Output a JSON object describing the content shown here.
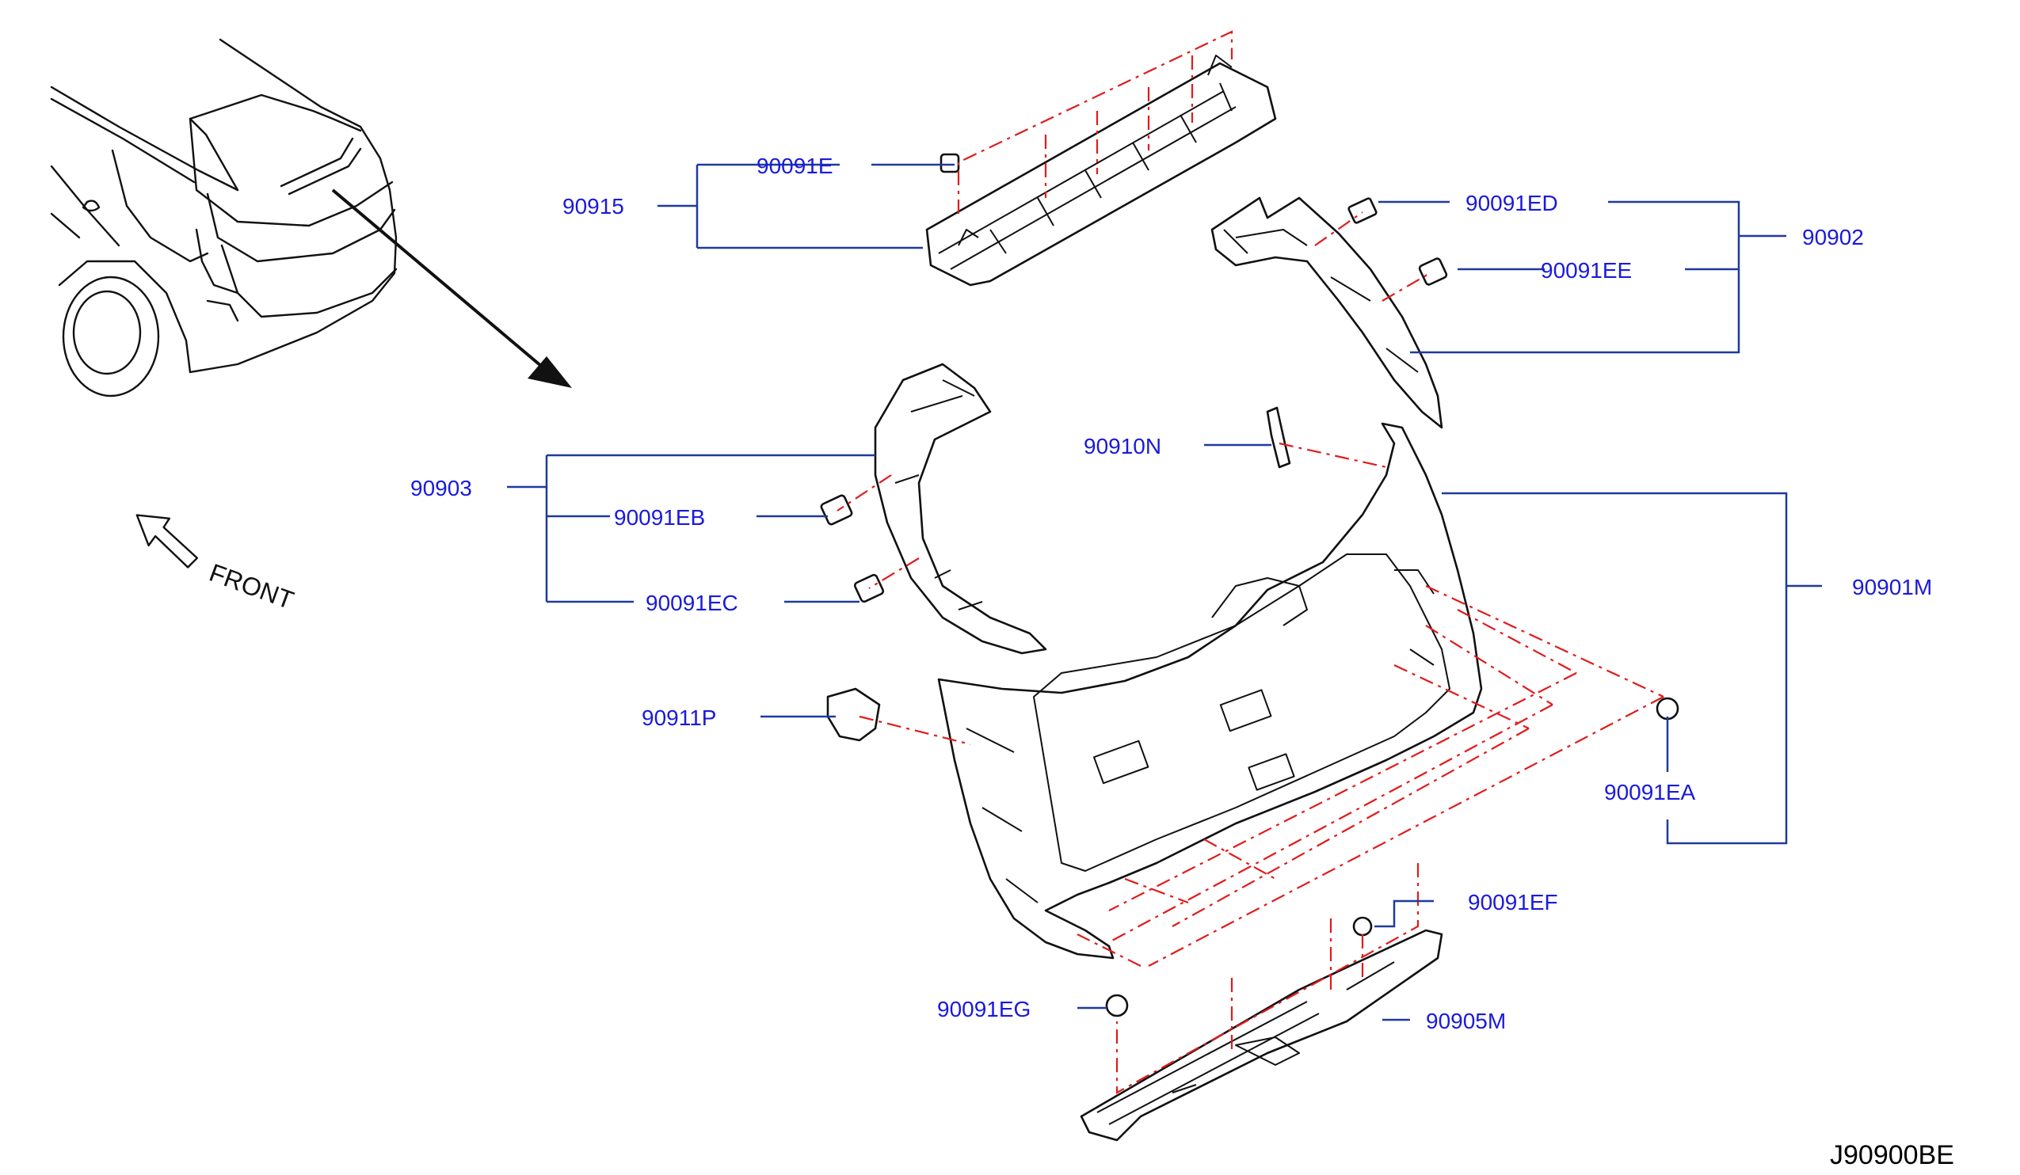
{
  "colors": {
    "callout_text": "#1a1adb",
    "leader_line": "#1f3a9e",
    "dash_line": "#e11b1b",
    "outline": "#111111"
  },
  "callouts": {
    "p90915": "90915",
    "p90091E": "90091E",
    "p90091ED": "90091ED",
    "p90902": "90902",
    "p90091EE": "90091EE",
    "p90910N": "90910N",
    "p90903": "90903",
    "p90091EB": "90091EB",
    "p90091EC": "90091EC",
    "p90901M": "90901M",
    "p90911P": "90911P",
    "p90091EA": "90091EA",
    "p90091EF": "90091EF",
    "p90091EG": "90091EG",
    "p90905M": "90905M"
  },
  "front_label": "FRONT",
  "diagram_code": "J90900BE",
  "icons": {
    "front_arrow": "front-arrow-icon",
    "view_arrow": "view-direction-arrow-icon"
  }
}
